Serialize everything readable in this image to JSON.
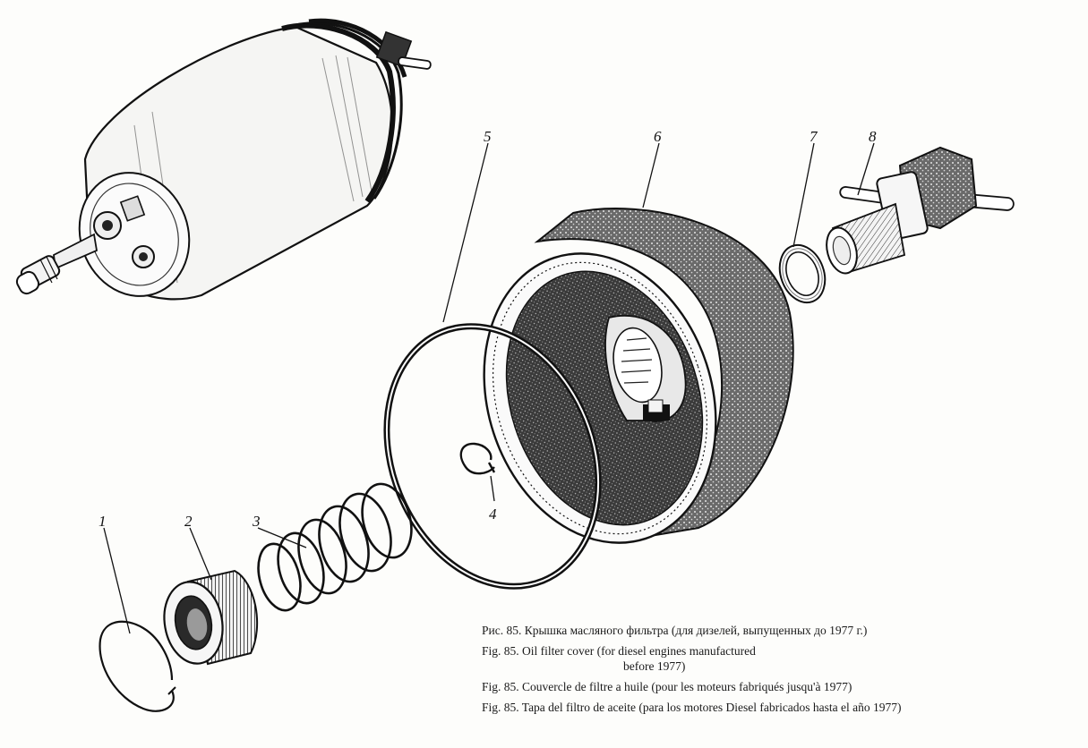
{
  "diagram": {
    "callouts": [
      {
        "id": "1",
        "label": "1"
      },
      {
        "id": "2",
        "label": "2"
      },
      {
        "id": "3",
        "label": "3"
      },
      {
        "id": "4",
        "label": "4"
      },
      {
        "id": "5",
        "label": "5"
      },
      {
        "id": "6",
        "label": "6"
      },
      {
        "id": "7",
        "label": "7"
      },
      {
        "id": "8",
        "label": "8"
      }
    ],
    "captions": {
      "ru": "Рис. 85. Крышка масляного фильтра (для дизелей, выпущенных до 1977 г.)",
      "en_line1": "Fig. 85. Oil filter cover (for diesel engines manufactured",
      "en_line2": "before 1977)",
      "fr": "Fig. 85. Couvercle de filtre a huile (pour les moteurs fabriqués jusqu'à 1977)",
      "es": "Fig. 85. Tapa del filtro de aceite (para los motores Diesel fabricados hasta el año 1977)"
    }
  }
}
